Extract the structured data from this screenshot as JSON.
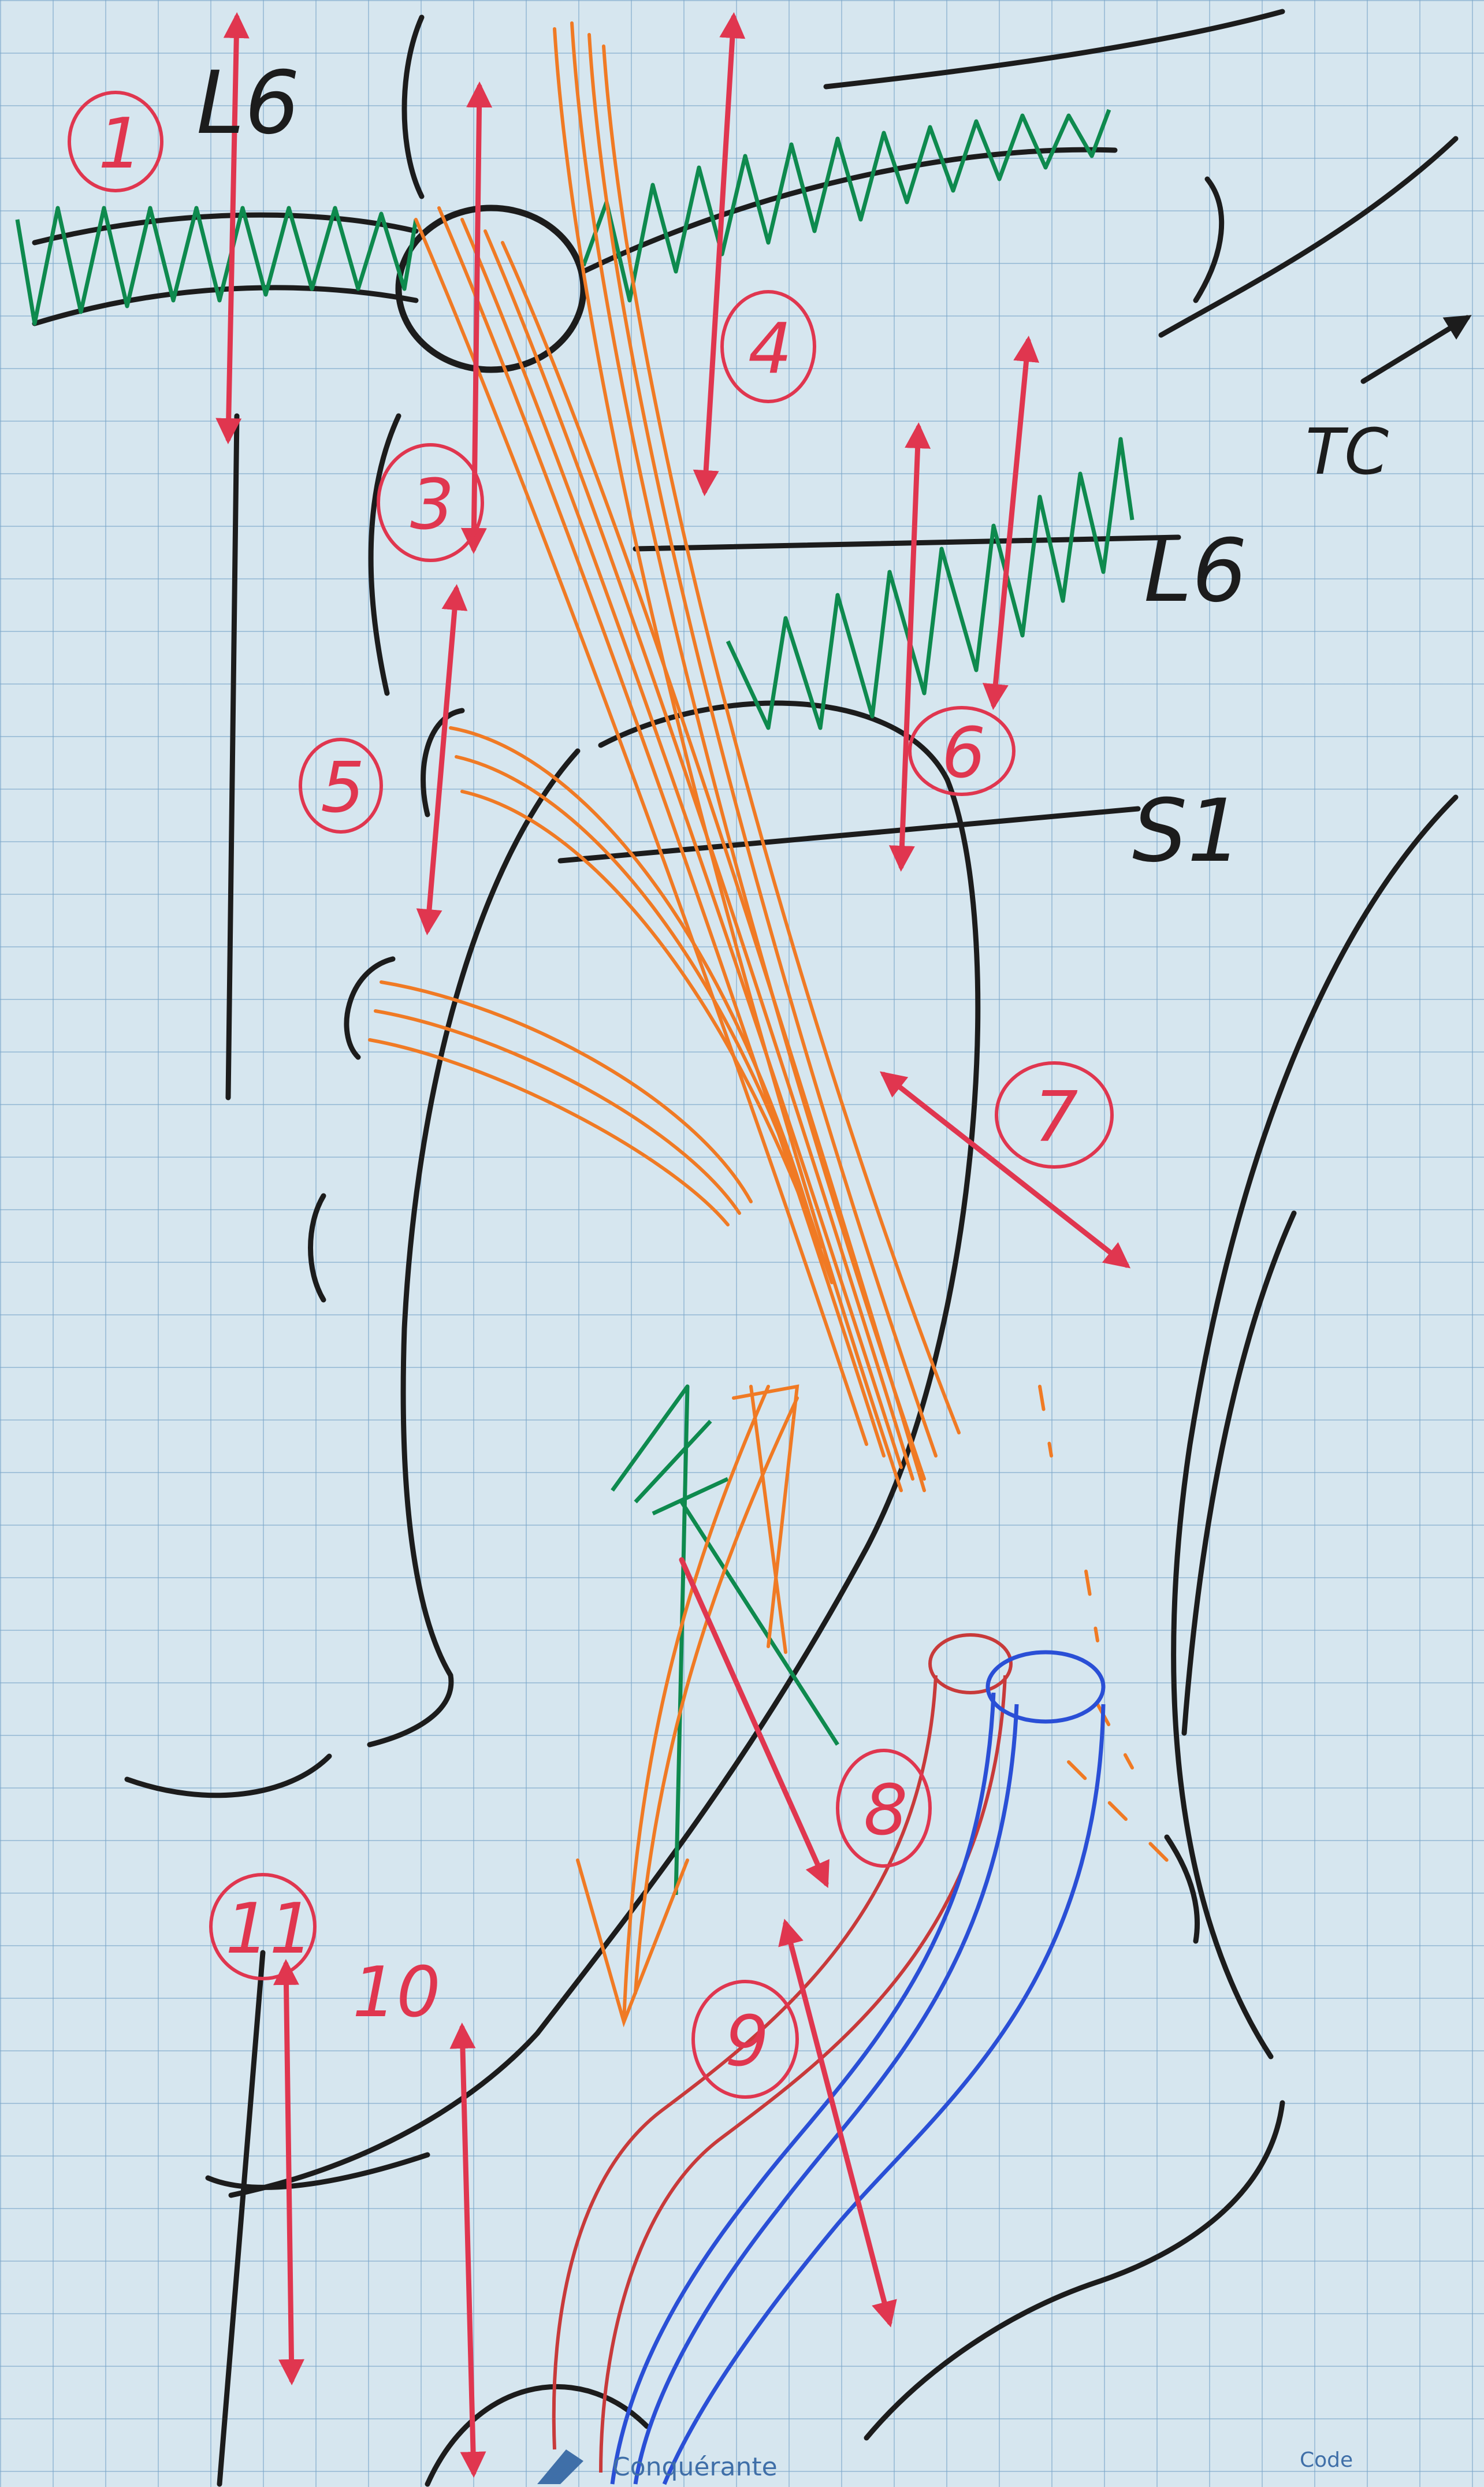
{
  "diagram": {
    "labels": {
      "l6_top": "L6",
      "l6_right": "L6",
      "s1": "S1",
      "tc": "TC"
    },
    "numbers": [
      "1",
      "3",
      "4",
      "5",
      "6",
      "7",
      "8",
      "9",
      "10",
      "11"
    ],
    "paper_footer": {
      "brand": "Conquérante",
      "code": "Code"
    },
    "colors": {
      "ink_black": "#1c1c1c",
      "muscle_orange": "#f07a24",
      "ligament_green": "#0e8a4e",
      "arrow_red": "#e0364f",
      "artery_red": "#c83a3a",
      "vein_blue": "#2a4fd6"
    }
  }
}
